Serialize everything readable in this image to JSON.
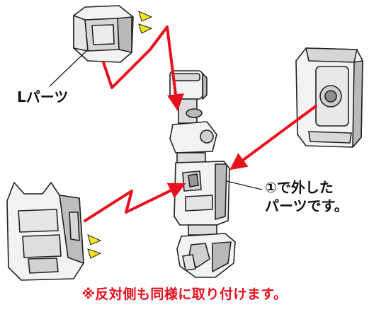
{
  "labels": {
    "part_l": "Lパーツ",
    "removed_line1": "①で外した",
    "removed_line2": "パーツです。",
    "bottom_note": "※反対側も同様に取り付けます。"
  },
  "colors": {
    "arrow": "#e8101c",
    "click_mark": "#f4e21a",
    "part_fill": "#f3f3f3",
    "part_shade": "#b9b9b9",
    "outline": "#222222",
    "note_text": "#e8101c"
  }
}
